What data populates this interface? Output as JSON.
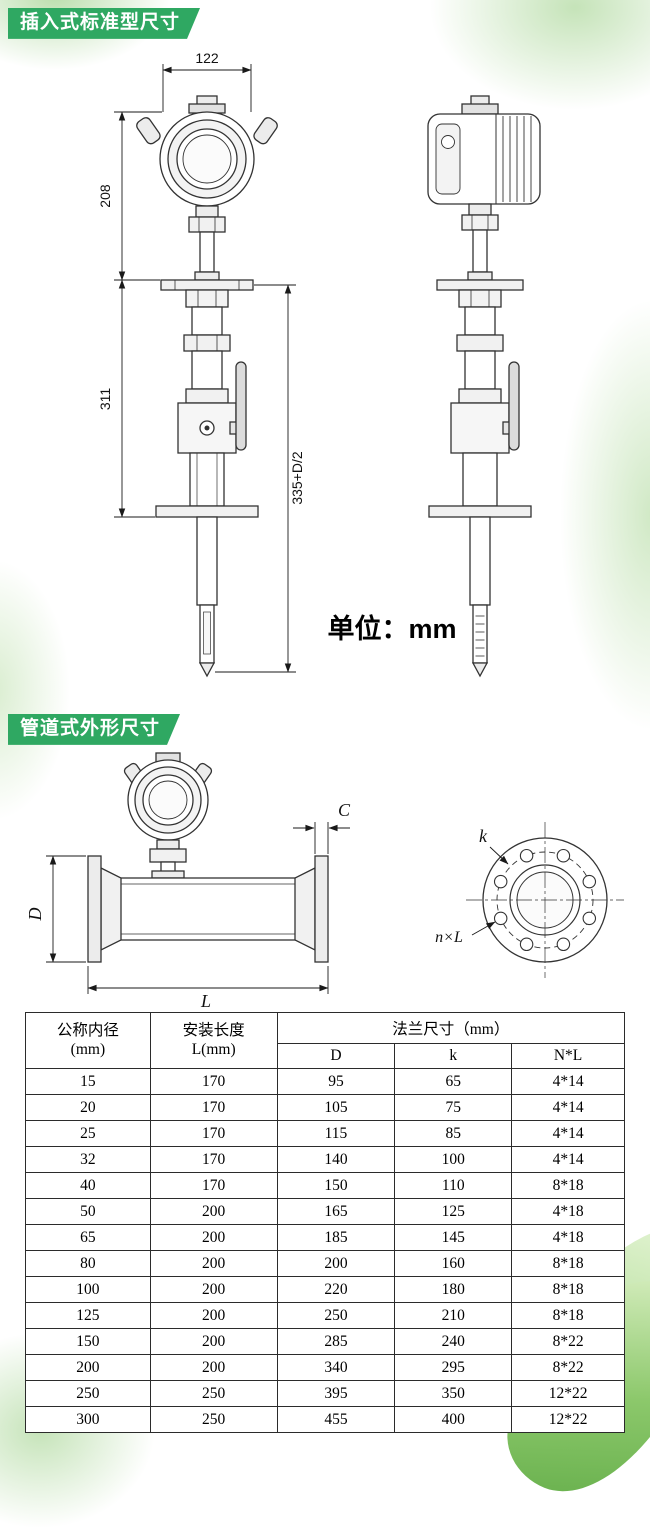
{
  "colors": {
    "badge_green": "#2fa862",
    "line": "#333333"
  },
  "sections": {
    "insertion": {
      "title": "插入式标准型尺寸"
    },
    "pipeline": {
      "title": "管道式外形尺寸"
    }
  },
  "insertion_drawing": {
    "unit_note": "单位：mm",
    "dims": {
      "head_width": "122",
      "upper_height": "208",
      "mid_height": "311",
      "insertion_depth": "335+D/2"
    }
  },
  "pipeline_drawing": {
    "dims": {
      "flange_thickness": "C",
      "flange_od": "D",
      "install_length": "L",
      "bolt_circle": "k",
      "bolt_holes": "n×L"
    }
  },
  "table": {
    "headers": {
      "nominal_diameter_l1": "公称内径",
      "nominal_diameter_l2": "(mm)",
      "install_length_l1": "安装长度",
      "install_length_l2": "L(mm)",
      "flange_group": "法兰尺寸（mm）",
      "flange_d": "D",
      "flange_k": "k",
      "flange_nl": "N*L"
    },
    "rows": [
      [
        "15",
        "170",
        "95",
        "65",
        "4*14"
      ],
      [
        "20",
        "170",
        "105",
        "75",
        "4*14"
      ],
      [
        "25",
        "170",
        "115",
        "85",
        "4*14"
      ],
      [
        "32",
        "170",
        "140",
        "100",
        "4*14"
      ],
      [
        "40",
        "170",
        "150",
        "110",
        "8*18"
      ],
      [
        "50",
        "200",
        "165",
        "125",
        "4*18"
      ],
      [
        "65",
        "200",
        "185",
        "145",
        "4*18"
      ],
      [
        "80",
        "200",
        "200",
        "160",
        "8*18"
      ],
      [
        "100",
        "200",
        "220",
        "180",
        "8*18"
      ],
      [
        "125",
        "200",
        "250",
        "210",
        "8*18"
      ],
      [
        "150",
        "200",
        "285",
        "240",
        "8*22"
      ],
      [
        "200",
        "200",
        "340",
        "295",
        "8*22"
      ],
      [
        "250",
        "250",
        "395",
        "350",
        "12*22"
      ],
      [
        "300",
        "250",
        "455",
        "400",
        "12*22"
      ]
    ]
  }
}
